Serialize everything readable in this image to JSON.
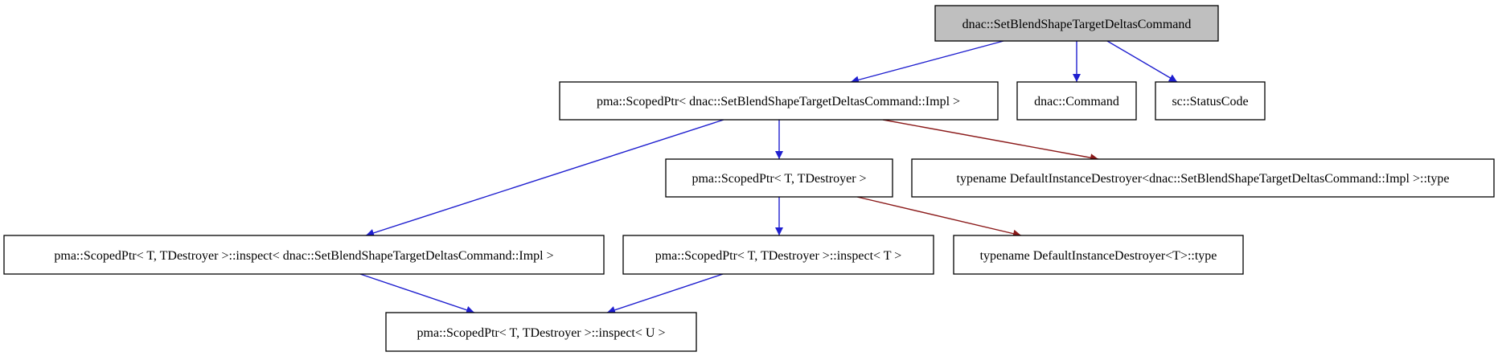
{
  "colors": {
    "edge_inheritance": "#1f1fcf",
    "edge_template": "#8b1a1a",
    "root_fill": "#bfbfbf",
    "node_fill": "#ffffff",
    "node_border": "#000000"
  },
  "nodes": {
    "root": "dnac::SetBlendShapeTargetDeltasCommand",
    "scoped_impl": "pma::ScopedPtr< dnac::SetBlendShapeTargetDeltasCommand::Impl >",
    "command": "dnac::Command",
    "status_code": "sc::StatusCode",
    "scoped_generic": "pma::ScopedPtr< T, TDestroyer >",
    "destroyer_impl_type": "typename DefaultInstanceDestroyer<dnac::SetBlendShapeTargetDeltasCommand::Impl >::type",
    "inspect_impl": "pma::ScopedPtr< T, TDestroyer >::inspect< dnac::SetBlendShapeTargetDeltasCommand::Impl >",
    "inspect_t": "pma::ScopedPtr< T, TDestroyer >::inspect< T >",
    "destroyer_t_type": "typename DefaultInstanceDestroyer<T>::type",
    "inspect_u": "pma::ScopedPtr< T, TDestroyer >::inspect< U >"
  },
  "edges": [
    {
      "from": "root",
      "to": "scoped_impl",
      "kind": "inheritance"
    },
    {
      "from": "root",
      "to": "command",
      "kind": "inheritance"
    },
    {
      "from": "root",
      "to": "status_code",
      "kind": "inheritance"
    },
    {
      "from": "scoped_impl",
      "to": "inspect_impl",
      "kind": "inheritance"
    },
    {
      "from": "scoped_impl",
      "to": "scoped_generic",
      "kind": "inheritance"
    },
    {
      "from": "scoped_impl",
      "to": "destroyer_impl_type",
      "kind": "template"
    },
    {
      "from": "scoped_generic",
      "to": "inspect_t",
      "kind": "inheritance"
    },
    {
      "from": "scoped_generic",
      "to": "destroyer_t_type",
      "kind": "template"
    },
    {
      "from": "inspect_impl",
      "to": "inspect_u",
      "kind": "inheritance"
    },
    {
      "from": "inspect_t",
      "to": "inspect_u",
      "kind": "inheritance"
    }
  ]
}
